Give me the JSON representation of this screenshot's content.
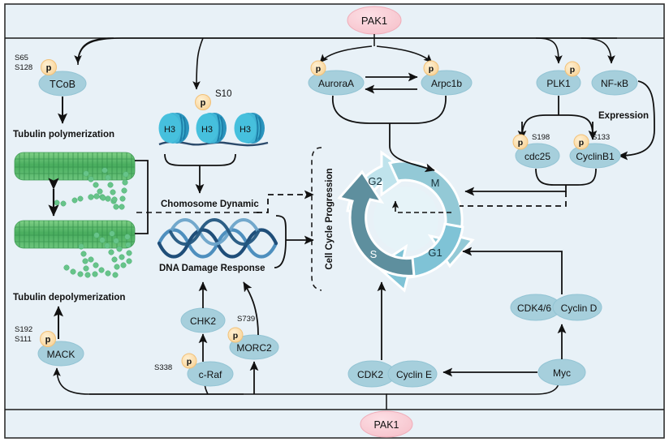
{
  "figure": {
    "title": "PAK1 signaling and cell cycle progression pathway",
    "background": "#e8f1f7",
    "border": "#3a3a3a"
  },
  "colors": {
    "pak1_fill": "#f9ccd2",
    "pak1_stroke": "#f2b6c0",
    "protein_fill": "#a6cfdc",
    "protein_stroke": "#8fc2d2",
    "phospho_fill": "#fcdfae",
    "phospho_stroke": "#f6cf8c",
    "arrow": "#111111",
    "microtubule": "#55b56a",
    "tubulin_bead": "#67c48a",
    "dna_dark": "#1f4e79",
    "dna_light": "#6ba3c9",
    "histone_light": "#3fb9d4",
    "histone_dark": "#1d7fa8",
    "cycle_g2": "#bfe3ec",
    "cycle_m": "#93c9d6",
    "cycle_g1": "#7fc3d6",
    "cycle_s": "#5e8f9e",
    "cycle_inner": "#e6f3f8",
    "text": "#111111"
  },
  "ligands": {
    "top": {
      "label": "PAK1"
    },
    "bottom": {
      "label": "PAK1"
    }
  },
  "proteins": [
    {
      "id": "tcob",
      "label": "TCoB",
      "p": true,
      "sites": [
        "S65",
        "S128"
      ]
    },
    {
      "id": "auroraa",
      "label": "AuroraA",
      "p": true,
      "sites": []
    },
    {
      "id": "arpc1b",
      "label": "Arpc1b",
      "p": true,
      "sites": []
    },
    {
      "id": "plk1",
      "label": "PLK1",
      "p": true,
      "sites": []
    },
    {
      "id": "nfkb",
      "label": "NF-κB",
      "p": false,
      "sites": []
    },
    {
      "id": "cdc25",
      "label": "cdc25",
      "p": true,
      "sites": [
        "S198"
      ]
    },
    {
      "id": "cyclinb1",
      "label": "CyclinB1",
      "p": true,
      "sites": [
        "S133"
      ]
    },
    {
      "id": "mack",
      "label": "MACK",
      "p": true,
      "sites": [
        "S192",
        "S111"
      ]
    },
    {
      "id": "chk2",
      "label": "CHK2",
      "p": false,
      "sites": []
    },
    {
      "id": "craf",
      "label": "c-Raf",
      "p": true,
      "sites": [
        "S338"
      ]
    },
    {
      "id": "morc2",
      "label": "MORC2",
      "p": true,
      "sites": [
        "S739"
      ]
    },
    {
      "id": "cdk2",
      "label": "CDK2",
      "p": false,
      "sites": []
    },
    {
      "id": "cycline",
      "label": "Cyclin E",
      "p": false,
      "sites": []
    },
    {
      "id": "cdk46",
      "label": "CDK4/6",
      "p": false,
      "sites": []
    },
    {
      "id": "cyclind",
      "label": "Cyclin D",
      "p": false,
      "sites": []
    },
    {
      "id": "myc",
      "label": "Myc",
      "p": false,
      "sites": []
    }
  ],
  "process_labels": {
    "tubulin_polymerization": "Tubulin polymerization",
    "tubulin_depolymerization": "Tubulin depolymerization",
    "chromosome_dynamic": "Chomosome Dynamic",
    "dna_damage_response": "DNA Damage Response",
    "expression": "Expression",
    "cell_cycle_progression": "Cell Cycle Progression"
  },
  "histones": {
    "label": "H3",
    "count": 3,
    "phospho_site": "S10",
    "phospho_letter": "p"
  },
  "phospho_letter": "p",
  "cell_cycle": {
    "phases": [
      {
        "id": "g2",
        "label": "G2"
      },
      {
        "id": "m",
        "label": "M"
      },
      {
        "id": "g1",
        "label": "G1"
      },
      {
        "id": "s",
        "label": "S"
      }
    ]
  }
}
